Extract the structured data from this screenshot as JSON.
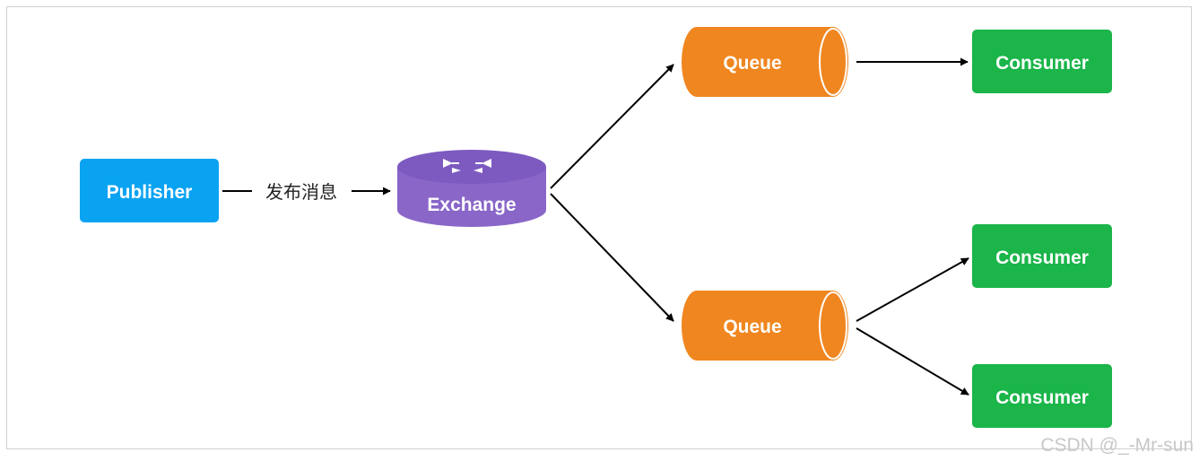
{
  "colors": {
    "publisher": "#0aa3f2",
    "exchange": "#8966c8",
    "queue": "#f0861f",
    "consumer": "#1bb54a",
    "arrow": "#000000",
    "frame": "#d0d0d0"
  },
  "icons": {
    "exchange": "router-icon"
  },
  "diagram": {
    "publisher": "Publisher",
    "edge_label": "发布消息",
    "exchange": "Exchange",
    "queue_top": "Queue",
    "queue_bottom": "Queue",
    "consumer_1": "Consumer",
    "consumer_2": "Consumer",
    "consumer_3": "Consumer"
  },
  "watermark": "CSDN @_-Mr-sun"
}
